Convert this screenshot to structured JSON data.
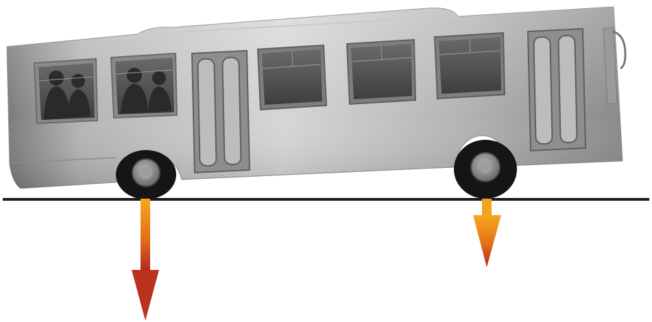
{
  "diagram": {
    "subject": "bus",
    "colors": {
      "background": "#ffffff",
      "ground": "#1a1a1a",
      "body_dark": "#7d7d7d",
      "body_light": "#d8d8d8",
      "window_dark": "#4a4a4a",
      "window_frame": "#6e6e6e",
      "door_frame": "#5e5e5e",
      "tire": "#151515",
      "hub": "#8c8c8c",
      "arrow_top": "#f7a81b",
      "arrow_bottom": "#b3261e"
    },
    "forces": [
      {
        "name": "rear-axle-load",
        "relative_magnitude": 1.0
      },
      {
        "name": "front-axle-load",
        "relative_magnitude": 0.45
      }
    ]
  }
}
